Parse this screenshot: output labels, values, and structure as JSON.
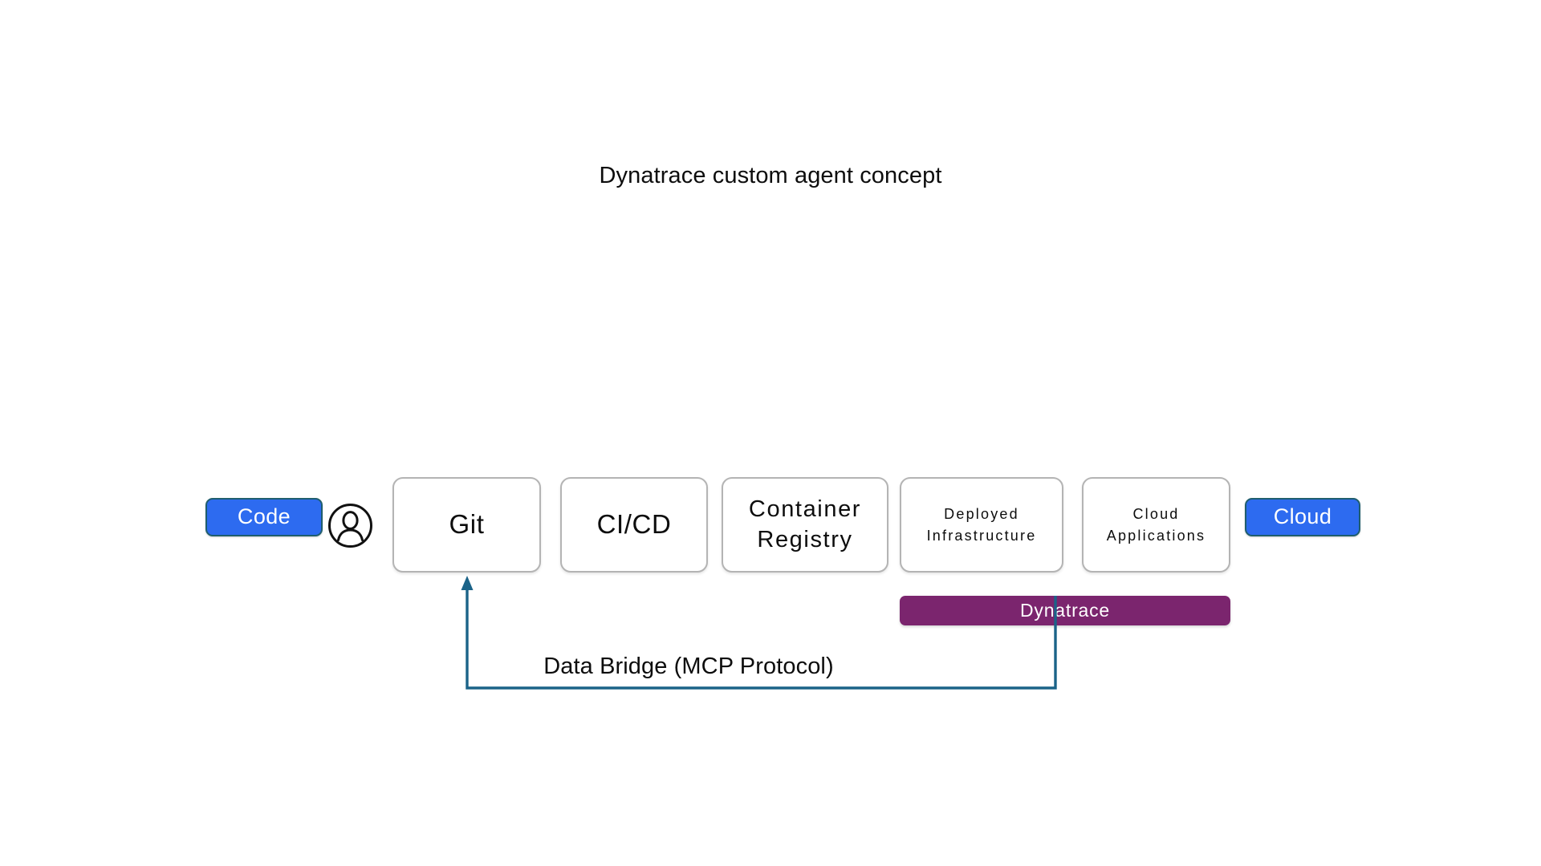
{
  "diagram": {
    "title": "Dynatrace custom agent concept",
    "type": "pipeline-flow-diagram"
  },
  "colors": {
    "badge_fill": "#2d6bf0",
    "badge_border": "#1f5e6e",
    "badge_text": "#ffffff",
    "stage_border": "#b4b4b4",
    "stage_fill": "#ffffff",
    "dynatrace_fill": "#7b256e",
    "dynatrace_text": "#ffffff",
    "connector": "#1b6388",
    "background": "#ffffff",
    "text": "#0d0d0d"
  },
  "endpoints": {
    "left": {
      "label": "Code",
      "name": "code-badge"
    },
    "right": {
      "label": "Cloud",
      "name": "cloud-badge"
    }
  },
  "actor": {
    "icon": "user-icon",
    "label": ""
  },
  "pipeline": {
    "stages": [
      {
        "label": "Git",
        "size": "large",
        "lines": [
          "Git"
        ]
      },
      {
        "label": "CI/CD",
        "size": "large",
        "lines": [
          "CI/CD"
        ]
      },
      {
        "label": "Container Registry",
        "size": "medium",
        "lines": [
          "Container",
          "Registry"
        ]
      },
      {
        "label": "Deployed Infrastructure",
        "size": "small",
        "lines": [
          "Deployed",
          "Infrastructure"
        ]
      },
      {
        "label": "Cloud Applications",
        "size": "small",
        "lines": [
          "Cloud",
          "Applications"
        ]
      }
    ]
  },
  "overlay": {
    "dynatrace": {
      "label": "Dynatrace",
      "spans": [
        "Deployed Infrastructure",
        "Cloud Applications"
      ]
    }
  },
  "connector": {
    "label": "Data Bridge (MCP Protocol)",
    "from": "Dynatrace",
    "to": "Git",
    "arrow_head": "up",
    "style": "elbow"
  }
}
